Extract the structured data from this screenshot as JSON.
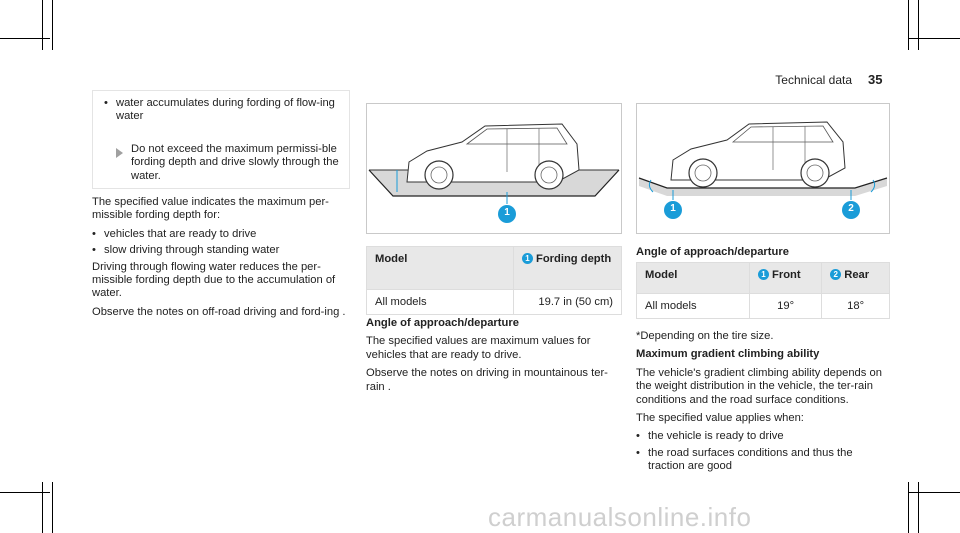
{
  "header": {
    "title": "Technical data",
    "page": "35"
  },
  "left": {
    "bullet1": "water accumulates during fording of flow-ing water",
    "note": "Do not exceed the maximum permissi-ble fording depth and drive slowly through the water.",
    "para1": "The specified value indicates the maximum per-missible fording depth for:",
    "bullets": [
      "vehicles that are ready to drive",
      "slow driving through standing water"
    ],
    "para2": "Driving through flowing water reduces the per-missible fording depth due to the accumulation of water.",
    "para3": "Observe the notes on off-road driving and ford-ing ."
  },
  "fording": {
    "callout": "1",
    "table": {
      "col_model": "Model",
      "col_badge": "1",
      "col_depth": "Fording depth",
      "row_model": "All models",
      "row_depth": "19.7 in (50 cm)"
    }
  },
  "angles_mid": {
    "heading": "Angle of approach/departure",
    "para1": "The specified values are maximum values for vehicles that are ready to drive.",
    "para2": "Observe the notes on driving in mountainous ter-rain ."
  },
  "angles_right": {
    "callout1": "1",
    "callout2": "2",
    "heading": "Angle of approach/departure",
    "table": {
      "col_model": "Model",
      "badge1": "1",
      "col_front": "Front",
      "badge2": "2",
      "col_rear": "Rear",
      "row_model": "All models",
      "row_front": "19°",
      "row_rear": "18°"
    },
    "footnote": "*Depending on the tire size.",
    "gradient_heading": "Maximum gradient climbing ability",
    "gradient_para": "The vehicle's gradient climbing ability depends on the weight distribution in the vehicle, the ter-rain conditions and the road surface conditions.",
    "applies": "The specified value applies when:",
    "bullets": [
      "the vehicle is ready to drive",
      "the road surfaces conditions and thus the traction are good"
    ]
  },
  "watermark": "carmanualsonline.info",
  "colors": {
    "accent": "#1a9cd8",
    "table_header": "#e8e8e8"
  }
}
